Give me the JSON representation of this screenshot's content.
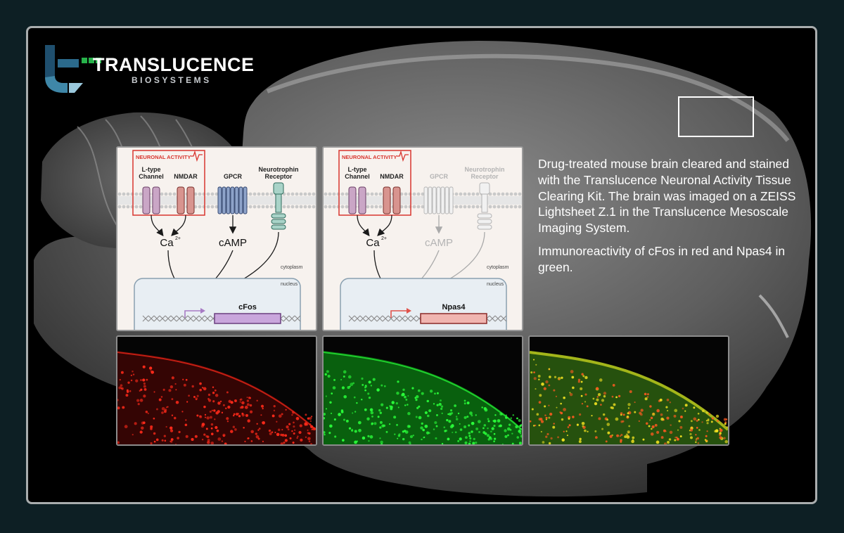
{
  "brand": {
    "name": "TRANSLUCENCE",
    "subtitle": "BIOSYSTEMS",
    "colors": {
      "dark": "#1f4f6e",
      "mid": "#3f87a8",
      "light": "#9ac8dc",
      "green": "#27b24a"
    }
  },
  "caption": {
    "paragraph1": "Drug-treated mouse brain cleared and stained with the Translucence Neuronal Activity Tissue Clearing Kit. The brain was imaged on a ZEISS Lightsheet Z.1 in the Translucence Mesoscale Imaging System.",
    "paragraph2": "Immunoreactivity of cFos in red and Npas4 in green."
  },
  "panels": [
    {
      "neuronal_activity": "NEURONAL ACTIVITY",
      "l_type": [
        "L-type",
        "Channel"
      ],
      "nmdar": "NMDAR",
      "gpcr": "GPCR",
      "neurotrophin": [
        "Neurotrophin",
        "Receptor"
      ],
      "ca": "Ca",
      "ca_charge": "2+",
      "camp": "cAMP",
      "cytoplasm": "cytoplasm",
      "nucleus": "nucleus",
      "gene": "cFos",
      "gene_fill": "#c9a6dc",
      "gene_stroke": "#6b3f7f",
      "promoter_arrow": "#a77bc4",
      "pathway_color": "#1a1a1a",
      "inactive": false
    },
    {
      "neuronal_activity": "NEURONAL ACTIVITY",
      "l_type": [
        "L-type",
        "Channel"
      ],
      "nmdar": "NMDAR",
      "gpcr": "GPCR",
      "neurotrophin": [
        "Neurotrophin",
        "Receptor"
      ],
      "ca": "Ca",
      "ca_charge": "2+",
      "camp": "cAMP",
      "cytoplasm": "cytoplasm",
      "nucleus": "nucleus",
      "gene": "Npas4",
      "gene_fill": "#f0b5b0",
      "gene_stroke": "#8a2a28",
      "promoter_arrow": "#e0524a",
      "pathway_color": "#aaaaaa",
      "inactive": true
    }
  ],
  "micrographs": [
    {
      "stain": "cFos",
      "color": "#ff2a1a"
    },
    {
      "stain": "Npas4",
      "color": "#2aff3a"
    },
    {
      "stain": "merge",
      "color": "#d8e020"
    }
  ]
}
